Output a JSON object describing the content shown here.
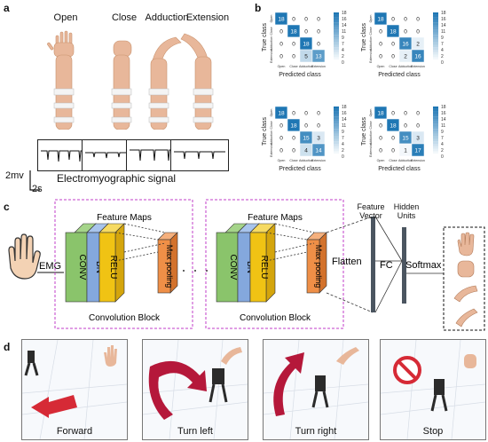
{
  "panel_a": {
    "letter": "a",
    "gestures": [
      "Open",
      "Close",
      "Adduction",
      "Extension"
    ],
    "scale_y": "2mv",
    "scale_x": "2s",
    "signal_label": "Electromyographic signal"
  },
  "panel_b": {
    "letter": "b",
    "y_axis_label": "True class",
    "x_axis_label": "Predicted class",
    "class_names": [
      "Open",
      "Close",
      "Adduction",
      "Extension"
    ],
    "colorbar_ticks": [
      "18",
      "16",
      "14",
      "11",
      "9",
      "7",
      "4",
      "2",
      "0"
    ]
  },
  "panel_c": {
    "letter": "c",
    "input_label": "EMG",
    "feature_maps_label": "Feature Maps",
    "block_label": "Convolution Block",
    "layers": [
      "CONV",
      "BN",
      "RELU",
      "Max pooling"
    ],
    "flatten_label": "Flatten",
    "fc_label": "FC",
    "softmax_label": "Softmax",
    "feature_vector_label": "Feature Vector",
    "hidden_units_label": "Hidden Units",
    "colors": {
      "conv": "#8ac46b",
      "bn": "#84a8dd",
      "relu": "#f0c314",
      "pool": "#ef8f47",
      "dashed": "#c13cc9"
    }
  },
  "panel_d": {
    "letter": "d",
    "captions": [
      "Forward",
      "Turn left",
      "Turn right",
      "Stop"
    ]
  },
  "chart_data": [
    {
      "type": "heatmap",
      "x": [
        "Open",
        "Close",
        "Adduction",
        "Extension"
      ],
      "y": [
        "Open",
        "Close",
        "Adduction",
        "Extension"
      ],
      "values": [
        [
          18,
          0,
          0,
          0
        ],
        [
          0,
          18,
          0,
          0
        ],
        [
          0,
          0,
          18,
          0
        ],
        [
          0,
          0,
          5,
          13
        ]
      ],
      "xlabel": "Predicted class",
      "ylabel": "True class",
      "zlim": [
        0,
        18
      ]
    },
    {
      "type": "heatmap",
      "x": [
        "Open",
        "Close",
        "Adduction",
        "Extension"
      ],
      "y": [
        "Open",
        "Close",
        "Adduction",
        "Extension"
      ],
      "values": [
        [
          18,
          0,
          0,
          0
        ],
        [
          0,
          18,
          0,
          0
        ],
        [
          0,
          0,
          16,
          2
        ],
        [
          0,
          0,
          2,
          16
        ]
      ],
      "xlabel": "Predicted class",
      "ylabel": "True class",
      "zlim": [
        0,
        18
      ]
    },
    {
      "type": "heatmap",
      "x": [
        "Open",
        "Close",
        "Adduction",
        "Extension"
      ],
      "y": [
        "Open",
        "Close",
        "Adduction",
        "Extension"
      ],
      "values": [
        [
          18,
          0,
          0,
          0
        ],
        [
          0,
          18,
          0,
          0
        ],
        [
          0,
          0,
          15,
          3
        ],
        [
          0,
          0,
          4,
          14
        ]
      ],
      "xlabel": "Predicted class",
      "ylabel": "True class",
      "zlim": [
        0,
        18
      ]
    },
    {
      "type": "heatmap",
      "x": [
        "Open",
        "Close",
        "Adduction",
        "Extension"
      ],
      "y": [
        "Open",
        "Close",
        "Adduction",
        "Extension"
      ],
      "values": [
        [
          18,
          0,
          0,
          0
        ],
        [
          0,
          18,
          0,
          0
        ],
        [
          0,
          0,
          15,
          3
        ],
        [
          0,
          0,
          1,
          17
        ]
      ],
      "xlabel": "Predicted class",
      "ylabel": "True class",
      "zlim": [
        0,
        18
      ]
    }
  ]
}
